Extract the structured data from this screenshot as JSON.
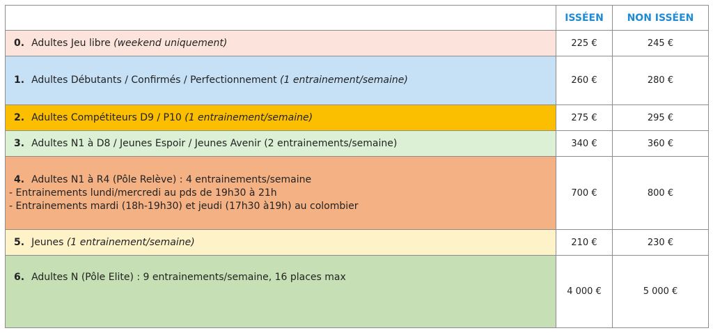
{
  "header": {
    "col1": "",
    "col2": "ISSÉEN",
    "col3": "NON ISSÉEN"
  },
  "colors": {
    "header_text": "#1f8ad6"
  },
  "rows": [
    {
      "num": "0.",
      "text": "Adultes Jeu libre ",
      "note": "(weekend uniquement)",
      "extra1": "",
      "extra2": "",
      "price1": "225 €",
      "price2": "245 €",
      "bg": "#fce4dc"
    },
    {
      "num": "1.",
      "text": "Adultes Débutants / Confirmés / Perfectionnement ",
      "note": "(1 entrainement/semaine)",
      "extra1": "",
      "extra2": "",
      "price1": "260 €",
      "price2": "280 €",
      "bg": "#c6e0f5"
    },
    {
      "num": "2.",
      "text": "Adultes Compétiteurs D9 / P10 ",
      "note": "(1 entrainement/semaine)",
      "extra1": "",
      "extra2": "",
      "price1": "275 €",
      "price2": "295 €",
      "bg": "#fbbf00"
    },
    {
      "num": "3.",
      "text": "Adultes N1 à D8 / Jeunes Espoir / Jeunes Avenir (2 entrainements/semaine)",
      "note": "",
      "extra1": "",
      "extra2": "",
      "price1": "340 €",
      "price2": "360 €",
      "bg": "#dcf0d5"
    },
    {
      "num": "4.",
      "text": "Adultes N1 à R4 (Pôle Relève) : 4 entrainements/semaine",
      "note": "",
      "extra1": "- Entrainements lundi/mercredi au pds de 19h30 à 21h",
      "extra2": "- Entrainements mardi (18h-19h30) et jeudi (17h30 à19h) au colombier",
      "price1": "700 €",
      "price2": "800 €",
      "bg": "#f4b183"
    },
    {
      "num": "5.",
      "text": "Jeunes ",
      "note": "(1 entrainement/semaine)",
      "extra1": "",
      "extra2": "",
      "price1": "210 €",
      "price2": "230 €",
      "bg": "#fdf2c8"
    },
    {
      "num": "6.",
      "text": "Adultes N (Pôle Elite) : 9 entrainements/semaine, 16 places max",
      "note": "",
      "extra1": "",
      "extra2": "",
      "price1": "4 000 €",
      "price2": "5 000 €",
      "bg": "#c6dfb4"
    }
  ]
}
